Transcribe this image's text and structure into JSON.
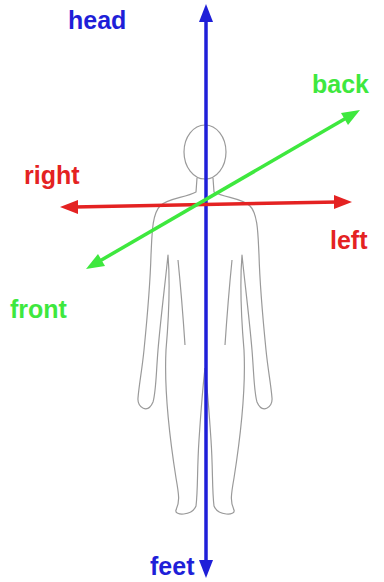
{
  "diagram": {
    "labels": [
      "head",
      "back",
      "right",
      "left",
      "front",
      "feet"
    ]
  }
}
